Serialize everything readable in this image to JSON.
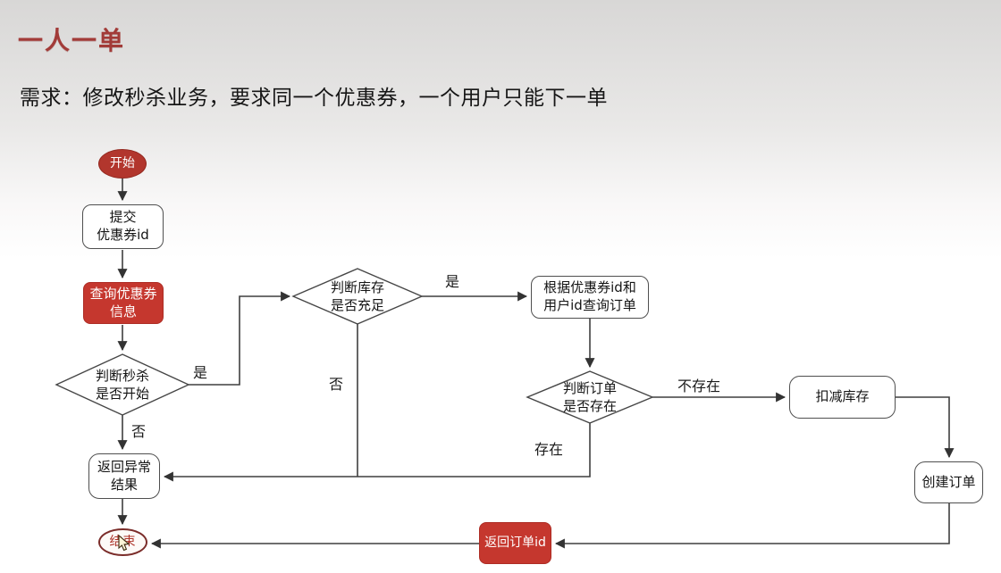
{
  "title": "一人一单",
  "subtitle": "需求：修改秒杀业务，要求同一个优惠券，一个用户只能下一单",
  "flow": {
    "start": "开始",
    "submit_coupon": "提交\n优惠券id",
    "query_coupon": "查询优惠券\n信息",
    "check_seckill": "判断秒杀\n是否开始",
    "check_stock": "判断库存\n是否充足",
    "query_order": "根据优惠券id和\n用户id查询订单",
    "check_order": "判断订单\n是否存在",
    "deduct_stock": "扣减库存",
    "create_order": "创建订单",
    "return_order_id": "返回订单id",
    "return_error": "返回异常\n结果",
    "end": "结束"
  },
  "edge_labels": {
    "seckill_yes": "是",
    "seckill_no": "否",
    "stock_yes": "是",
    "stock_no": "否",
    "order_not_exists": "不存在",
    "order_exists": "存在"
  },
  "colors": {
    "title_red": "#a23b38",
    "node_red_fill": "#c5372e",
    "start_red_fill": "#b2362d",
    "end_border_red": "#7b2d2a",
    "connector_gray": "#3f3f3f",
    "background_top_gray": "#d8d7d6"
  }
}
